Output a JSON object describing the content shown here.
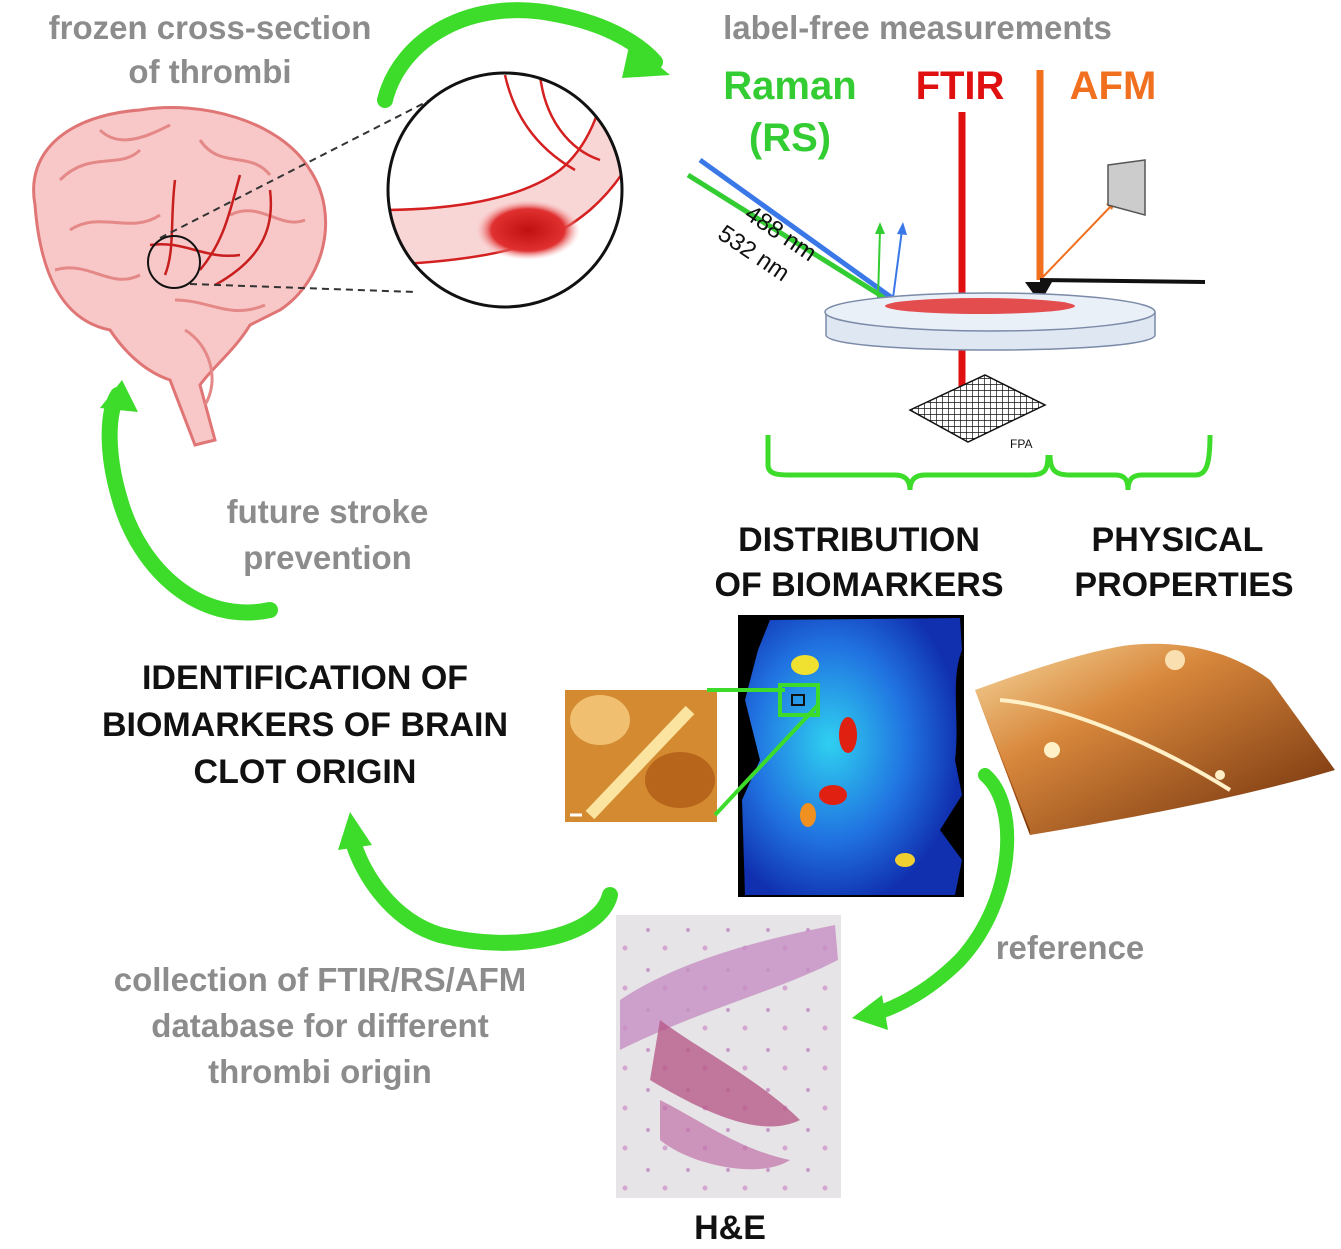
{
  "labels": {
    "frozen_line1": "frozen cross-section",
    "frozen_line2": "of thrombi",
    "label_free": "label-free measurements",
    "raman_line1": "Raman",
    "raman_line2": "(RS)",
    "ftir": "FTIR",
    "afm": "AFM",
    "nm488": "488 nm",
    "nm532": "532 nm",
    "fpa": "FPA",
    "distribution_line1": "DISTRIBUTION",
    "distribution_line2": "OF BIOMARKERS",
    "physical_line1": "PHYSICAL",
    "physical_line2": "PROPERTIES",
    "identification_line1": "IDENTIFICATION OF",
    "identification_line2": "BIOMARKERS OF BRAIN",
    "identification_line3": "CLOT ORIGIN",
    "future_line1": "future stroke",
    "future_line2": "prevention",
    "collection_line1": "collection of FTIR/RS/AFM",
    "collection_line2": "database for different",
    "collection_line3": "thrombi origin",
    "reference": "reference",
    "he": "H&E"
  },
  "colors": {
    "arrow_green": "#3ddc2a",
    "raman_green": "#33cc33",
    "ftir_red": "#e01010",
    "afm_orange": "#f07020",
    "laser_blue": "#3a78e8",
    "grey_text": "#8c8c8c",
    "brain_pink": "#f5b5b5",
    "vessel_red": "#d42020"
  }
}
